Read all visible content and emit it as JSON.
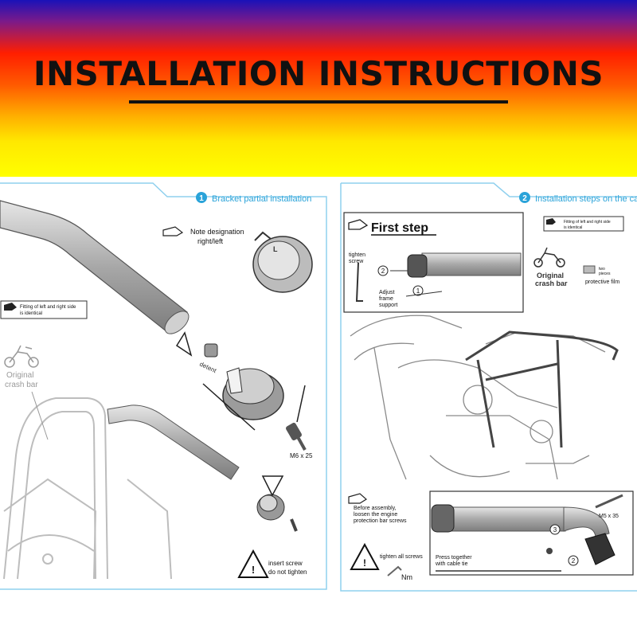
{
  "banner": {
    "title": "INSTALLATION INSTRUCTIONS",
    "colors": [
      "#1a12b8",
      "#ff1e00",
      "#ff8a00",
      "#ffff00"
    ]
  },
  "accent": "#2aa3d9",
  "panel1": {
    "number": "1",
    "heading": "Bracket partial installation",
    "note_designation_l1": "Note designation",
    "note_designation_l2": "right/left",
    "fitting_note_l1": "Fitting of left and right side",
    "fitting_note_l2": "is identical",
    "original_l1": "Original",
    "original_l2": "crash bar",
    "detent": "detent",
    "screw_size": "M6 x 25",
    "warn_l1": "insert screw",
    "warn_l2": "do not tighten",
    "icons": [
      "pointing-hand-icon",
      "motorcycle-icon",
      "warning-triangle-icon"
    ]
  },
  "panel2": {
    "number": "2",
    "heading": "Installation steps on the car",
    "first_step": "First step",
    "tighten_l1": "tighten",
    "tighten_l2": "screw",
    "callout2": "2",
    "callout1": "1",
    "callout3": "3",
    "adjust_l1": "Adjust",
    "adjust_l2": "frame",
    "adjust_l3": "support",
    "fitting_note_l1": "Fitting of left and right side",
    "fitting_note_l2": "is identical",
    "original_l1": "Original",
    "original_l2": "crash bar",
    "film_l1": "two",
    "film_l2": "pieces",
    "film_l3": "protective film",
    "before_l1": "Before assembly,",
    "before_l2": "loosen the engine",
    "before_l3": "protection bar screws",
    "screw_size": "M5 x 35",
    "tighten_all": "tighten all screws",
    "nm": "Nm",
    "press_l1": "Press together",
    "press_l2": "with cable tie",
    "icons": [
      "pointing-hand-icon",
      "allen-key-icon",
      "motorcycle-icon",
      "warning-triangle-icon",
      "torque-wrench-icon"
    ]
  }
}
